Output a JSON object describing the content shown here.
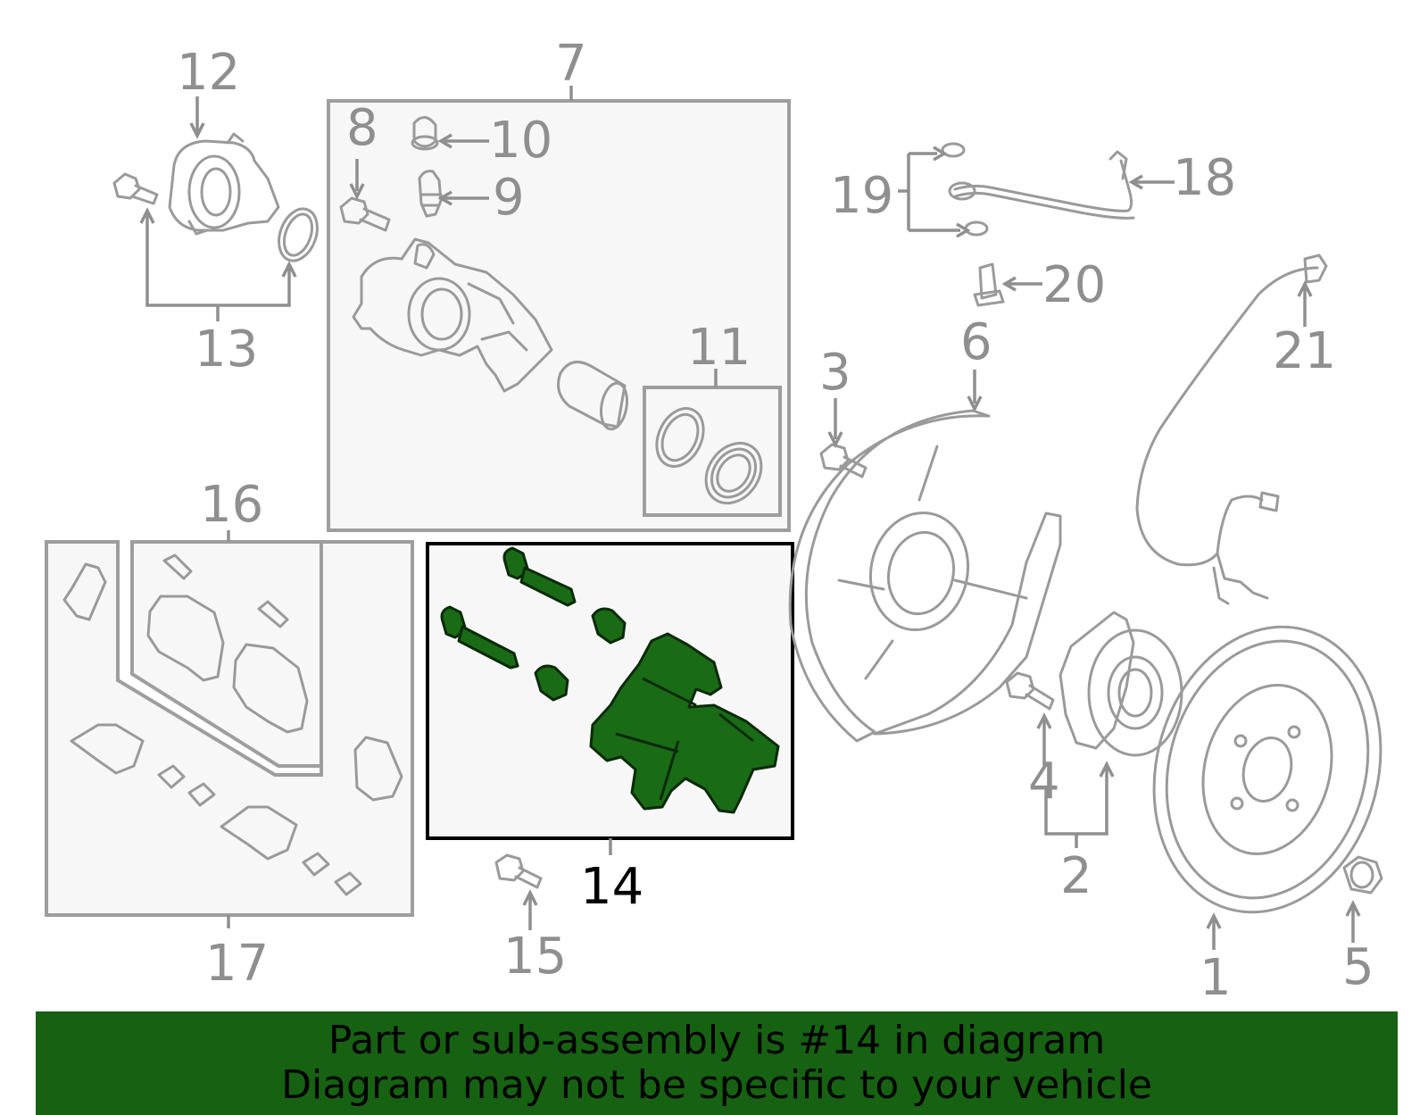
{
  "callouts": {
    "c1": "1",
    "c2": "2",
    "c3": "3",
    "c4": "4",
    "c5": "5",
    "c6": "6",
    "c7": "7",
    "c8": "8",
    "c9": "9",
    "c10": "10",
    "c11": "11",
    "c12": "12",
    "c13": "13",
    "c14": "14",
    "c15": "15",
    "c16": "16",
    "c17": "17",
    "c18": "18",
    "c19": "19",
    "c20": "20",
    "c21": "21"
  },
  "highlighted_part": "14",
  "colors": {
    "highlight": "#1a6b16",
    "banner": "#166112",
    "lines": "#9a9a9a"
  },
  "footer": {
    "line1": "Part or sub-assembly is #14 in diagram",
    "line2": "Diagram may not be specific to your vehicle"
  }
}
